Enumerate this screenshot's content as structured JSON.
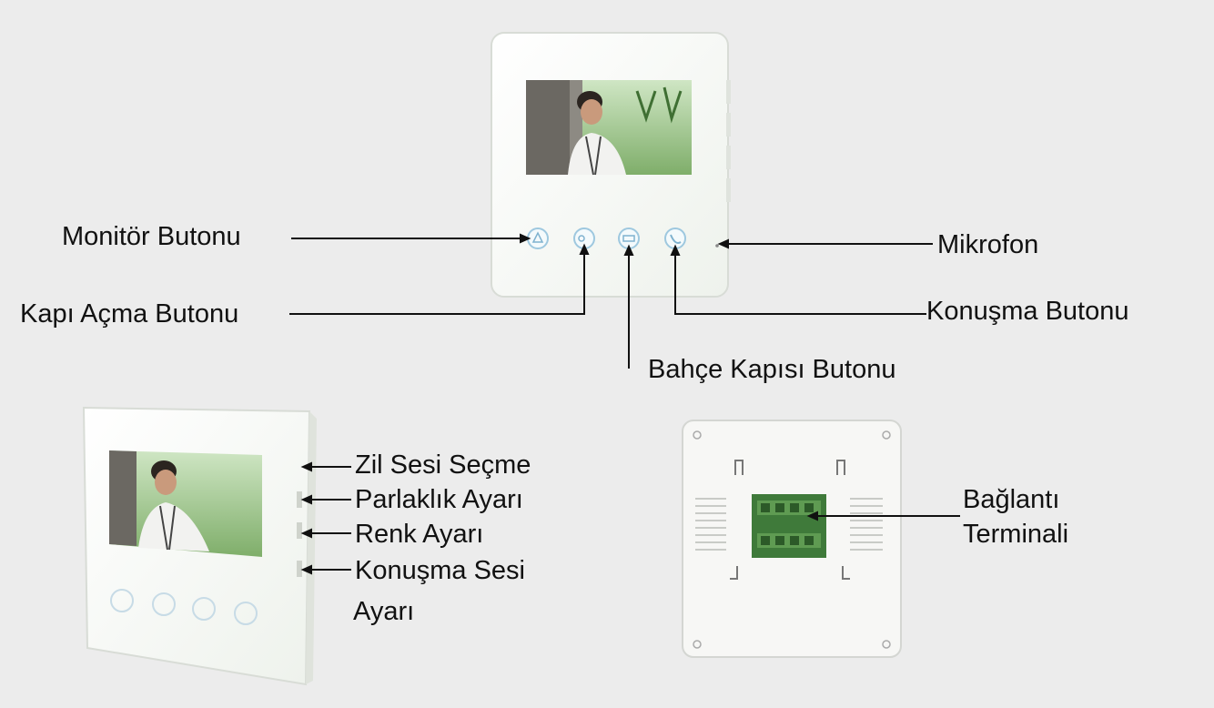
{
  "labels": {
    "monitor_button": "Monitör Butonu",
    "door_open_button": "Kapı Açma Butonu",
    "garden_gate_button": "Bahçe Kapısı Butonu",
    "talk_button": "Konuşma Butonu",
    "microphone": "Mikrofon",
    "ring_tone_select": "Zil Sesi Seçme",
    "brightness_adjust": "Parlaklık Ayarı",
    "color_adjust": "Renk Ayarı",
    "talk_volume_line1": "Konuşma Sesi",
    "talk_volume_line2": "Ayarı",
    "connection_terminal_line1": "Bağlantı",
    "connection_terminal_line2": "Terminali"
  },
  "colors": {
    "background": "#ececec",
    "device_body": "#f6f8f5",
    "terminal_green": "#3f7a3a",
    "button_ring": "#9ec8df",
    "leader_line": "#111111"
  },
  "icons": [
    "bell-icon",
    "key-icon",
    "gate-icon",
    "handset-icon"
  ]
}
